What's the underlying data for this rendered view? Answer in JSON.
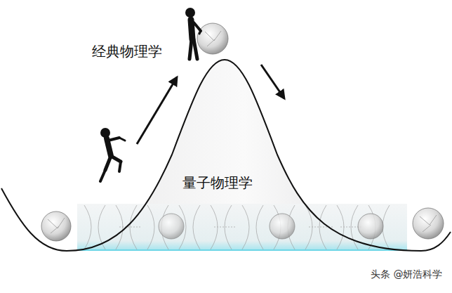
{
  "diagram": {
    "labels": [
      "经典物理学",
      "量子物理学",
      "头条 @妍浩科学"
    ]
  }
}
